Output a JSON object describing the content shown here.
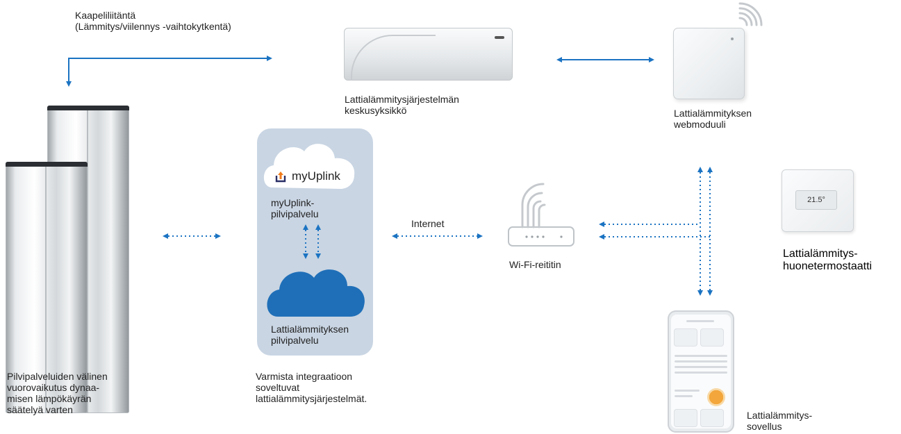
{
  "colors": {
    "arrow": "#1b73c2",
    "panel": "#c9d5e3",
    "cloud": "#1f6fb8",
    "wifi_arcs": "#c5c9cd"
  },
  "labels": {
    "cable_line1": "Kaapeliliitäntä",
    "cable_line2": "(Lämmitys/viilennys -vaihtokytkentä)",
    "central_line1": "Lattialämmitysjärjestelmän",
    "central_line2": "keskusyksikkö",
    "webmodule_line1": "Lattialämmityksen",
    "webmodule_line2": "webmoduuli",
    "myuplink_logo": "myUplink",
    "myuplink_line1": "myUplink-",
    "myuplink_line2": "pilvipalvelu",
    "floorcloud_line1": "Lattialämmityksen",
    "floorcloud_line2": "pilvipalvelu",
    "internet": "Internet",
    "router": "Wi-Fi-reititin",
    "thermostat_line1": "Lattialämmitys-",
    "thermostat_line2": "huonetermostaatti",
    "thermostat_display": "21.5°",
    "app_line1": "Lattialämmitys-",
    "app_line2": "sovellus",
    "heatpump_line1": "Pilvipalveluiden välinen",
    "heatpump_line2": "vuorovaikutus dynaa-",
    "heatpump_line3": "misen lämpökäyrän",
    "heatpump_line4": "säätelyä varten",
    "verify_line1": "Varmista integraatioon",
    "verify_line2": "soveltuvat",
    "verify_line3": "lattialämmitysjärjestelmät."
  },
  "icons": [
    "heat-pump",
    "central-unit",
    "web-module",
    "wifi-signal-icon",
    "cloud-icon",
    "myuplink-logo-icon",
    "router-icon",
    "thermostat",
    "smartphone-app"
  ]
}
